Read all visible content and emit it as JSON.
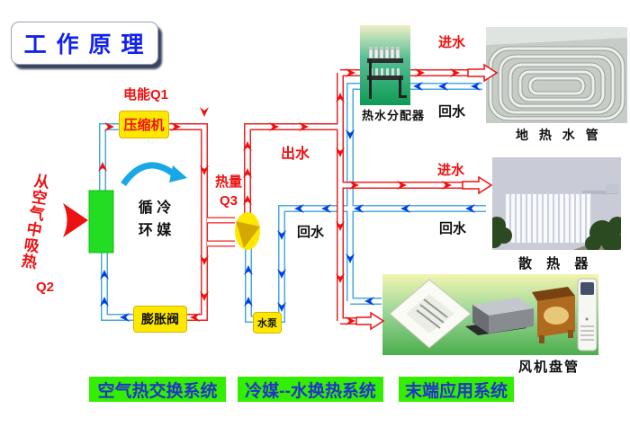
{
  "title": "工 作 原 理",
  "left_system": {
    "electric": "电能Q1",
    "compressor": "压缩机",
    "absorb_vertical": "从空气中吸热",
    "absorb_q": "Q2",
    "refrigerant_top": "循 冷",
    "refrigerant_bottom": "环 媒",
    "expansion_valve": "膨胀阀"
  },
  "middle_system": {
    "heat_label": "热量",
    "heat_q": "Q3",
    "water_out": "出水",
    "water_return": "回水",
    "pump": "水泵"
  },
  "right_system": {
    "floor": {
      "supply": "进水",
      "back": "回水",
      "distributor": "热水分配器",
      "caption": "地 热 水 管"
    },
    "radiator": {
      "supply": "进水",
      "back": "回水",
      "caption": "散 热 器"
    },
    "fancoil": {
      "caption": "风机盘管"
    }
  },
  "system_labels": [
    "空气热交换系统",
    "冷媒--水换热系统",
    "末端应用系统"
  ],
  "colors": {
    "hot_pipe": "#ee1111",
    "cold_arrow": "#0040e0",
    "cold_pipe_edge": "#4aa8e0",
    "equipment_box": "#ffe800",
    "evaporator": "#22dd22",
    "system_label_bg": "#33ee00",
    "system_label_text": "#2233cc",
    "title_text": "#1122ee"
  }
}
